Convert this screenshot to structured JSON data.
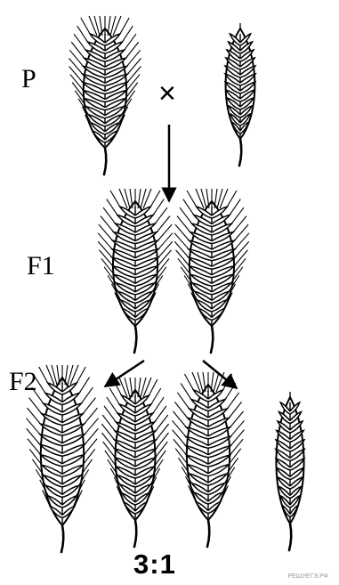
{
  "labels": {
    "p": "P",
    "f1": "F1",
    "f2": "F2",
    "cross": "×",
    "ratio": "3:1"
  },
  "watermark": "РЕШУЕГЭ.РФ",
  "spikes": {
    "parents": [
      "awned",
      "awnless"
    ],
    "f1": [
      "awned",
      "awned"
    ],
    "f2": [
      "awned",
      "awned",
      "awned",
      "awnless"
    ]
  },
  "colors": {
    "ink": "#000000",
    "background": "#ffffff"
  }
}
